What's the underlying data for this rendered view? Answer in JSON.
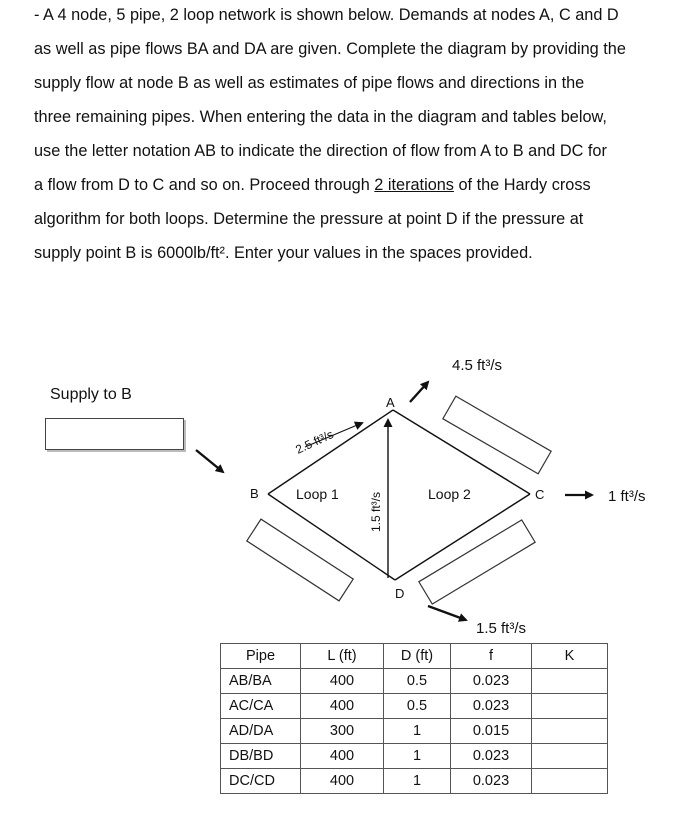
{
  "problem": {
    "lines": [
      "- A 4 node, 5 pipe, 2 loop network is shown below. Demands at nodes A, C and D",
      "as well as pipe flows BA and DA are given. Complete the diagram by providing the",
      "supply flow at node B as well as estimates of pipe flows and directions in the",
      "three remaining pipes. When entering the data in the diagram and tables below,",
      "use the letter notation AB to indicate the direction of flow from A to B and DC for",
      "a flow from D to C and so on. Proceed through",
      "2 iterations",
      "of the Hardy cross",
      "algorithm for both loops. Determine the pressure at point D if the pressure at",
      "supply point B is 6000lb/ft². Enter your values in the spaces provided."
    ]
  },
  "diagram": {
    "supply_label": "Supply to B",
    "node_a": "A",
    "node_b": "B",
    "node_c": "C",
    "node_d": "D",
    "loop1": "Loop 1",
    "loop2": "Loop 2",
    "flow_a": "4.5 ft³/s",
    "flow_ba": "2.5 ft³/s",
    "flow_da": "1.5 ft³/s",
    "flow_c": "1 ft³/s",
    "flow_d": "1.5 ft³/s"
  },
  "table": {
    "headers": [
      "Pipe",
      "L (ft)",
      "D (ft)",
      "f",
      "K"
    ],
    "rows": [
      [
        "AB/BA",
        "400",
        "0.5",
        "0.023",
        ""
      ],
      [
        "AC/CA",
        "400",
        "0.5",
        "0.023",
        ""
      ],
      [
        "AD/DA",
        "300",
        "1",
        "0.015",
        ""
      ],
      [
        "DB/BD",
        "400",
        "1",
        "0.023",
        ""
      ],
      [
        "DC/CD",
        "400",
        "1",
        "0.023",
        ""
      ]
    ]
  }
}
